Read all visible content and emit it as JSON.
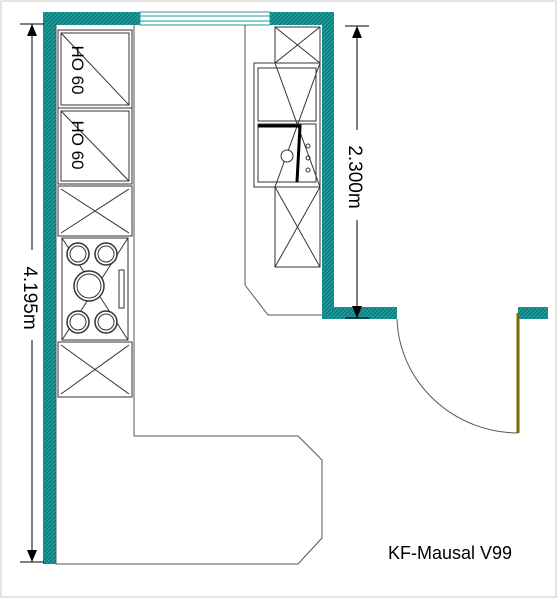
{
  "plan": {
    "title": "KF-Mausal V99",
    "wall_color": "#1f9a9a",
    "door_color": "#7a6a00"
  },
  "dimensions": {
    "left_length": "4.195m",
    "right_length": "2.300m"
  },
  "appliances": {
    "oven_upper_label": "HO 60",
    "oven_lower_label": "HO 60"
  }
}
